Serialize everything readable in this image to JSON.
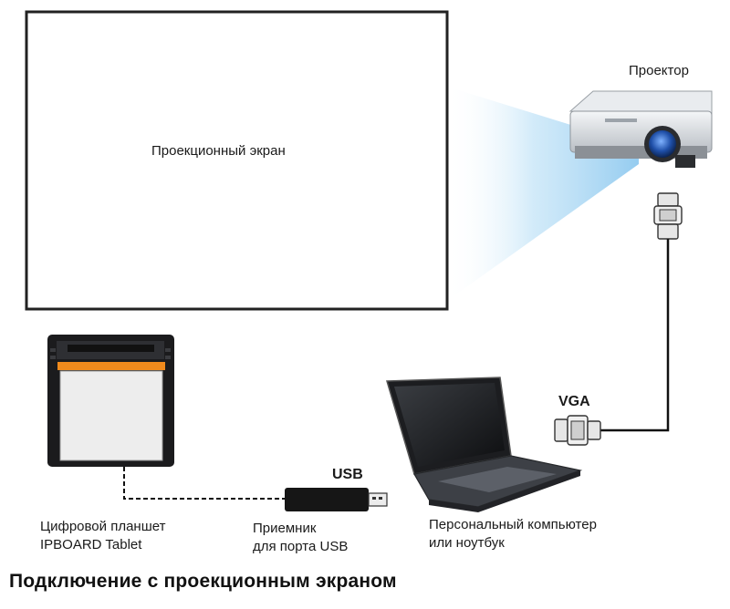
{
  "labels": {
    "screen": "Проекционный экран",
    "projector": "Проектор",
    "vga": "VGA",
    "usb": "USB",
    "tablet_line1": "Цифровой планшет",
    "tablet_line2": "IPBOARD Tablet",
    "receiver_line1": "Приемник",
    "receiver_line2": "для порта USB",
    "laptop_line1": "Персональный компьютер",
    "laptop_line2": "или ноутбук"
  },
  "title": "Подключение с проекционным экраном",
  "colors": {
    "beam": "#bfe2f7",
    "frame": "#222222",
    "cable": "#111111",
    "tablet_accent": "#f08a1c",
    "projector_lens": "#1f4fa8"
  },
  "icons": [
    "projector-icon",
    "vga-connector-icon",
    "laptop-icon",
    "usb-receiver-icon",
    "tablet-icon"
  ]
}
